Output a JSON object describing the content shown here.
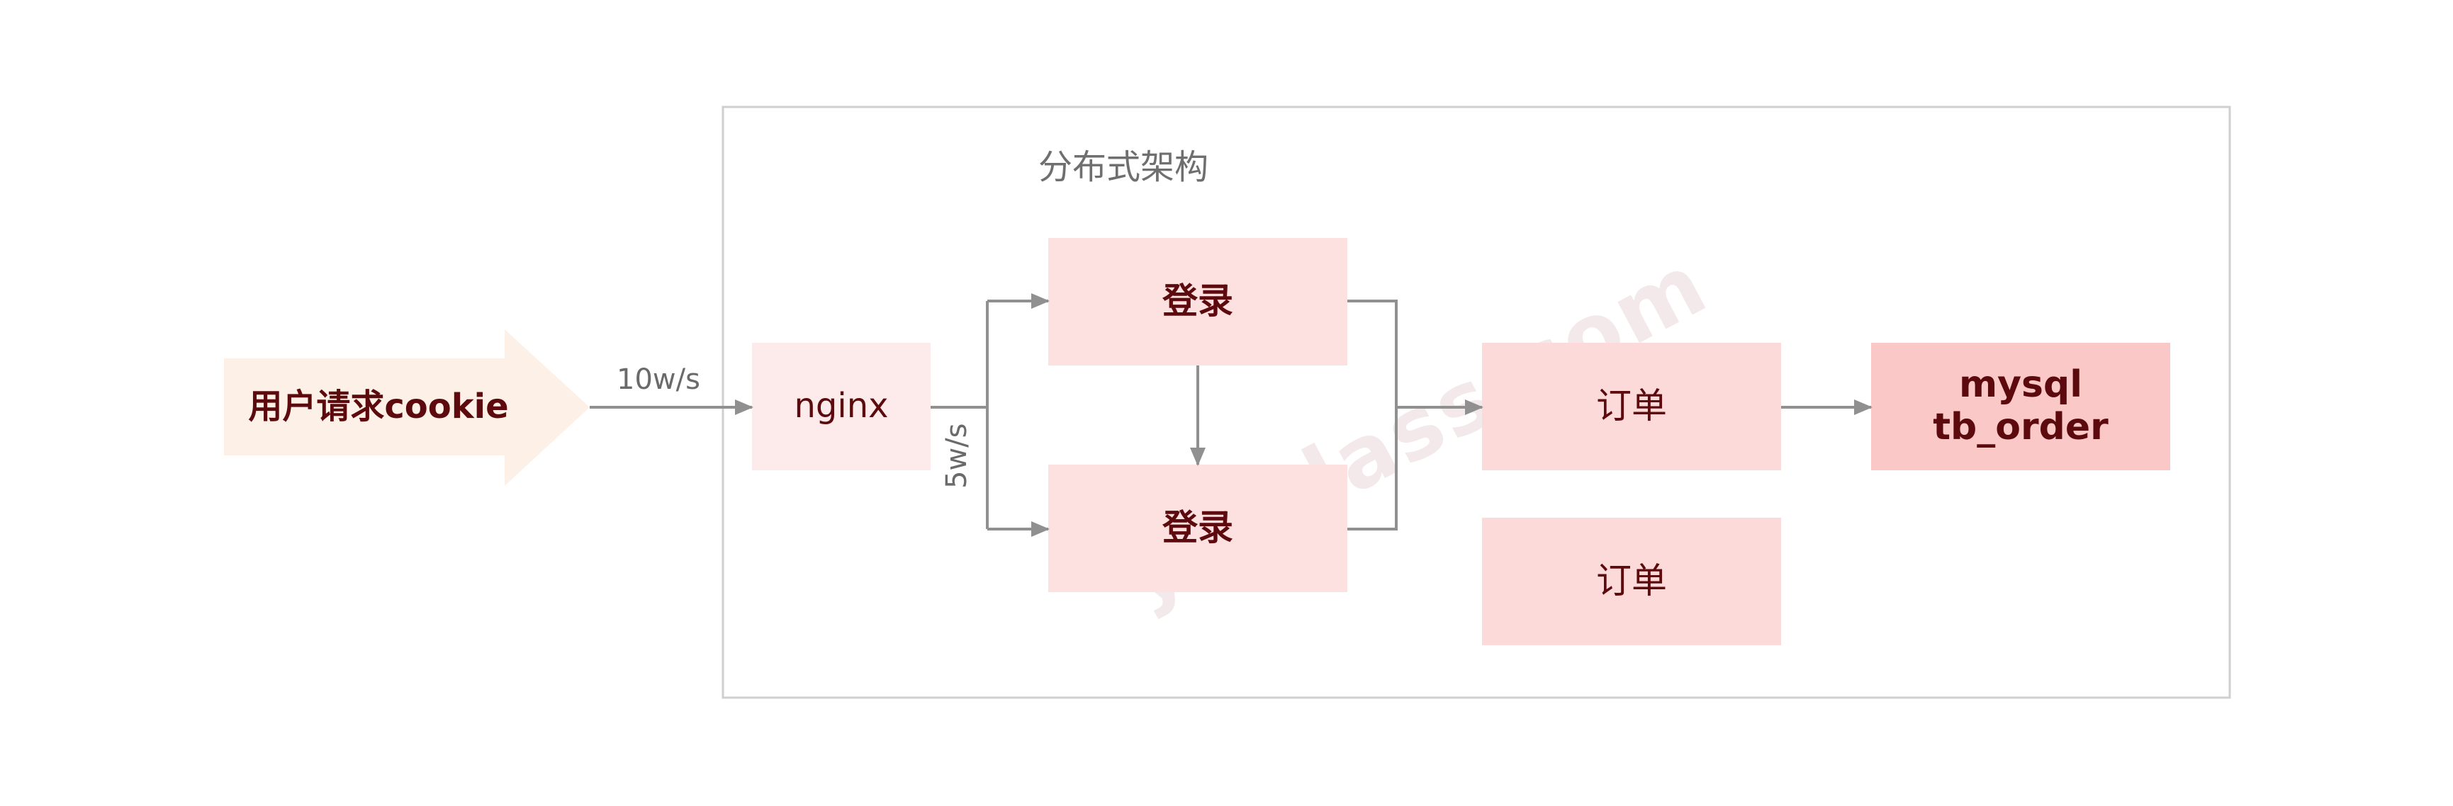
{
  "diagram": {
    "title": "分布式架构",
    "user_request": "用户请求cookie",
    "rate_in": "10w/s",
    "nginx": "nginx",
    "rate_split": "5w/s",
    "login_top": "登录",
    "login_bottom": "登录",
    "order_top": "订单",
    "order_bottom": "订单",
    "db_line1": "mysql",
    "db_line2": "tb_order",
    "watermark": "ydlclass.com"
  },
  "colors": {
    "user_arrow": "#fdf0e6",
    "nginx_box": "#fdeaea",
    "login_box": "#fde0e0",
    "order_box": "#fcdada",
    "db_box": "#fbc8c8",
    "text": "#5c0a0e",
    "connector": "#909090",
    "frame": "#cfcfcf"
  }
}
